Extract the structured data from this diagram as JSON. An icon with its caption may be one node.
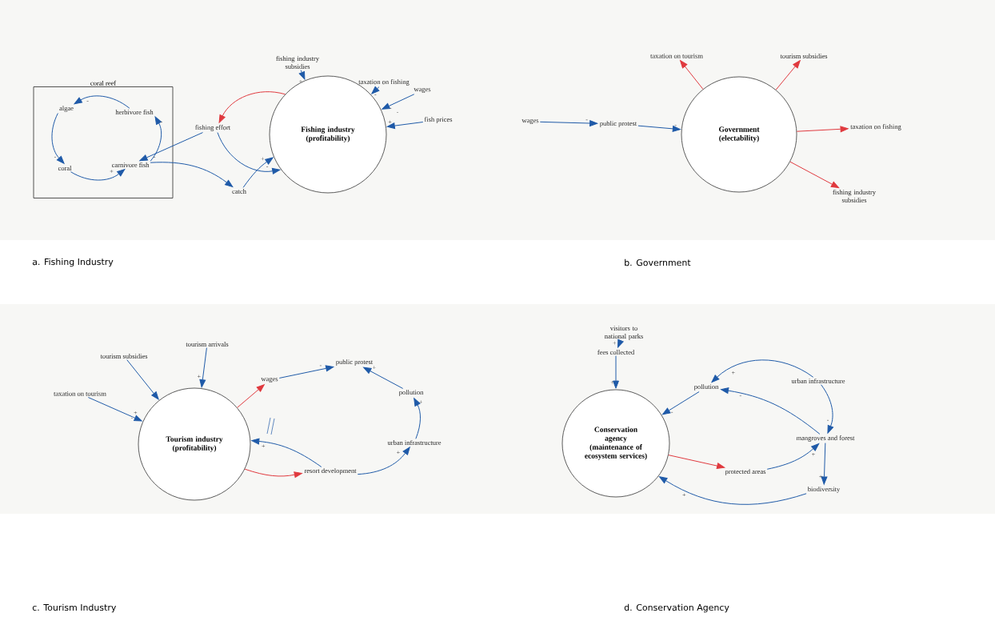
{
  "diagram": {
    "nodes": [
      {
        "text": [
          "coral reef"
        ]
      },
      {
        "text": [
          "algae"
        ],
        "in": 0
      },
      {
        "text": [
          "herbivore fish"
        ],
        "in": 0
      },
      {
        "text": [
          "coral"
        ],
        "in": 0
      },
      {
        "text": [
          "carnivore fish"
        ],
        "in": 0
      },
      {
        "text": [
          "fishing effort"
        ]
      },
      {
        "text": [
          "Fishing industry (profitability)"
        ]
      },
      {
        "text": [
          "fishing industry subsidies"
        ]
      },
      {
        "text": [
          "taxation on fishing"
        ]
      },
      {
        "text": [
          "wages"
        ]
      },
      {
        "text": [
          "fish prices"
        ]
      },
      {
        "text": [
          "catch"
        ]
      },
      {
        "text": [
          "wages"
        ]
      },
      {
        "text": [
          "public protest"
        ]
      },
      {
        "text": [
          "Government (electability)"
        ]
      },
      {
        "text": [
          "taxation on tourism"
        ]
      },
      {
        "text": [
          "tourism subsidies"
        ]
      },
      {
        "text": [
          "taxation on fishing"
        ]
      },
      {
        "text": [
          "fishing industry subsidies"
        ]
      },
      {
        "text": [
          "taxation on tourism"
        ]
      },
      {
        "text": [
          "tourism subsidies"
        ]
      },
      {
        "text": [
          "tourism arrivals"
        ]
      },
      {
        "text": [
          "Tourism industry (profitability)"
        ]
      },
      {
        "text": [
          "wages"
        ]
      },
      {
        "text": [
          "public protest"
        ]
      },
      {
        "text": [
          "pollution"
        ]
      },
      {
        "text": [
          "urban infrastructure"
        ]
      },
      {
        "text": [
          "resort development"
        ]
      },
      {
        "text": [
          "visitors to national parks"
        ]
      },
      {
        "text": [
          "fees collected"
        ]
      },
      {
        "text": [
          "Conservation agency (maintenance of ecosystem services)"
        ]
      },
      {
        "text": [
          "pollution"
        ]
      },
      {
        "text": [
          "urban infrastructure"
        ]
      },
      {
        "text": [
          "mangroves and forest"
        ]
      },
      {
        "text": [
          "protected areas"
        ]
      },
      {
        "text": [
          "biodiversity"
        ]
      }
    ],
    "edges": [
      {
        "from": 2,
        "to": 1,
        "arrow": "to",
        "label": "-"
      },
      {
        "from": 1,
        "to": 3,
        "arrow": "to",
        "label": "-"
      },
      {
        "from": 3,
        "to": 4,
        "arrow": "to",
        "label": "+"
      },
      {
        "from": 4,
        "to": 2,
        "arrow": "to",
        "label": "-"
      },
      {
        "from": 5,
        "to": 4,
        "arrow": "to",
        "label": "-"
      },
      {
        "from": 4,
        "to": 11,
        "arrow": "to"
      },
      {
        "from": 11,
        "to": 6,
        "arrow": "to",
        "label": "+"
      },
      {
        "from": 5,
        "to": 6,
        "arrow": "to",
        "label": "-"
      },
      {
        "from": 6,
        "to": 5,
        "arrow": "to",
        "color": "#e0393e"
      },
      {
        "from": 7,
        "to": 6,
        "arrow": "to",
        "label": "+"
      },
      {
        "from": 8,
        "to": 6,
        "arrow": "to",
        "label": "-"
      },
      {
        "from": 9,
        "to": 6,
        "arrow": "to",
        "label": "-"
      },
      {
        "from": 10,
        "to": 6,
        "arrow": "to",
        "label": "+"
      },
      {
        "from": 12,
        "to": 13,
        "arrow": "to",
        "label": "-"
      },
      {
        "from": 13,
        "to": 14,
        "arrow": "to",
        "label": "-"
      },
      {
        "from": 14,
        "to": 15,
        "arrow": "to",
        "color": "#e0393e"
      },
      {
        "from": 14,
        "to": 16,
        "arrow": "to",
        "color": "#e0393e"
      },
      {
        "from": 14,
        "to": 17,
        "arrow": "to",
        "color": "#e0393e"
      },
      {
        "from": 14,
        "to": 18,
        "arrow": "to",
        "color": "#e0393e"
      },
      {
        "from": 19,
        "to": 22,
        "arrow": "to",
        "label": "+"
      },
      {
        "from": 20,
        "to": 22,
        "arrow": "to"
      },
      {
        "from": 21,
        "to": 22,
        "arrow": "to",
        "label": "+"
      },
      {
        "from": 22,
        "to": 23,
        "arrow": "to",
        "color": "#e0393e"
      },
      {
        "from": 23,
        "to": 24,
        "arrow": "to",
        "label": "-"
      },
      {
        "from": 25,
        "to": 24,
        "arrow": "to",
        "label": "+"
      },
      {
        "from": 26,
        "to": 25,
        "arrow": "to",
        "label": "+"
      },
      {
        "from": 27,
        "to": 26,
        "arrow": "to",
        "label": "+"
      },
      {
        "from": 22,
        "to": 27,
        "arrow": "to",
        "color": "#e0393e"
      },
      {
        "from": 27,
        "to": 22,
        "arrow": "to",
        "label": "+"
      },
      {
        "from": 28,
        "to": 29,
        "arrow": "to",
        "label": "+"
      },
      {
        "from": 29,
        "to": 30,
        "arrow": "to",
        "label": "+"
      },
      {
        "from": 31,
        "to": 30,
        "arrow": "to",
        "label": "-"
      },
      {
        "from": 32,
        "to": 31,
        "arrow": "to",
        "label": "+"
      },
      {
        "from": 33,
        "to": 31,
        "arrow": "to",
        "label": "-"
      },
      {
        "from": 32,
        "to": 33,
        "arrow": "to",
        "label": "-"
      },
      {
        "from": 30,
        "to": 34,
        "arrow": "to",
        "color": "#e0393e"
      },
      {
        "from": 34,
        "to": 33,
        "arrow": "to",
        "label": "+"
      },
      {
        "from": 33,
        "to": 35,
        "arrow": "to",
        "label": "+"
      },
      {
        "from": 35,
        "to": 30,
        "arrow": "to",
        "label": "+"
      }
    ],
    "labels": [
      "-",
      "-",
      "a. Fishing Industry",
      "b. Government",
      "c. Tourism Industry",
      "d. Conservation Agency"
    ]
  }
}
